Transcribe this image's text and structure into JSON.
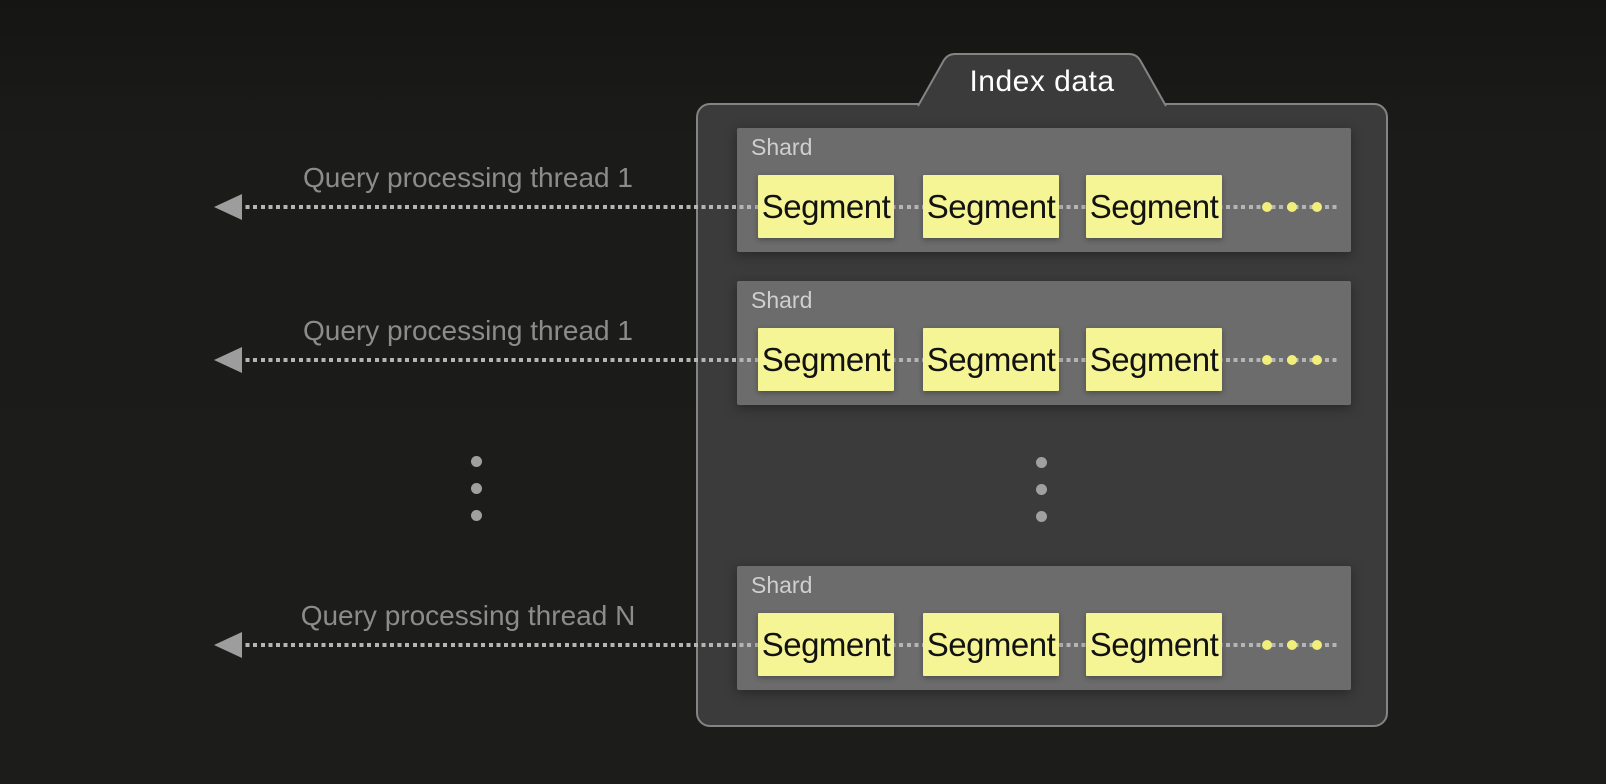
{
  "tab": {
    "label": "Index data"
  },
  "threads": [
    {
      "label": "Query processing thread 1"
    },
    {
      "label": "Query processing thread 1"
    },
    {
      "label": "Query processing thread N"
    }
  ],
  "shards": [
    {
      "label": "Shard",
      "segments": [
        "Segment",
        "Segment",
        "Segment"
      ],
      "more": "…"
    },
    {
      "label": "Shard",
      "segments": [
        "Segment",
        "Segment",
        "Segment"
      ],
      "more": "…"
    },
    {
      "label": "Shard",
      "segments": [
        "Segment",
        "Segment",
        "Segment"
      ],
      "more": "…"
    }
  ],
  "colors": {
    "background": "#1b1b19",
    "container": "#3b3b3b",
    "container_border": "#848484",
    "shard": "#6c6c6c",
    "shard_label": "#cfcfcf",
    "segment": "#f6f596",
    "segment_text": "#121212",
    "yellow_dot": "#f1ee7a",
    "line": "#b5b5b5",
    "arrow": "#9d9d9d",
    "thread_label": "#8c8c8c",
    "tab_text": "#ffffff",
    "gray_dot": "#a0a0a0"
  }
}
